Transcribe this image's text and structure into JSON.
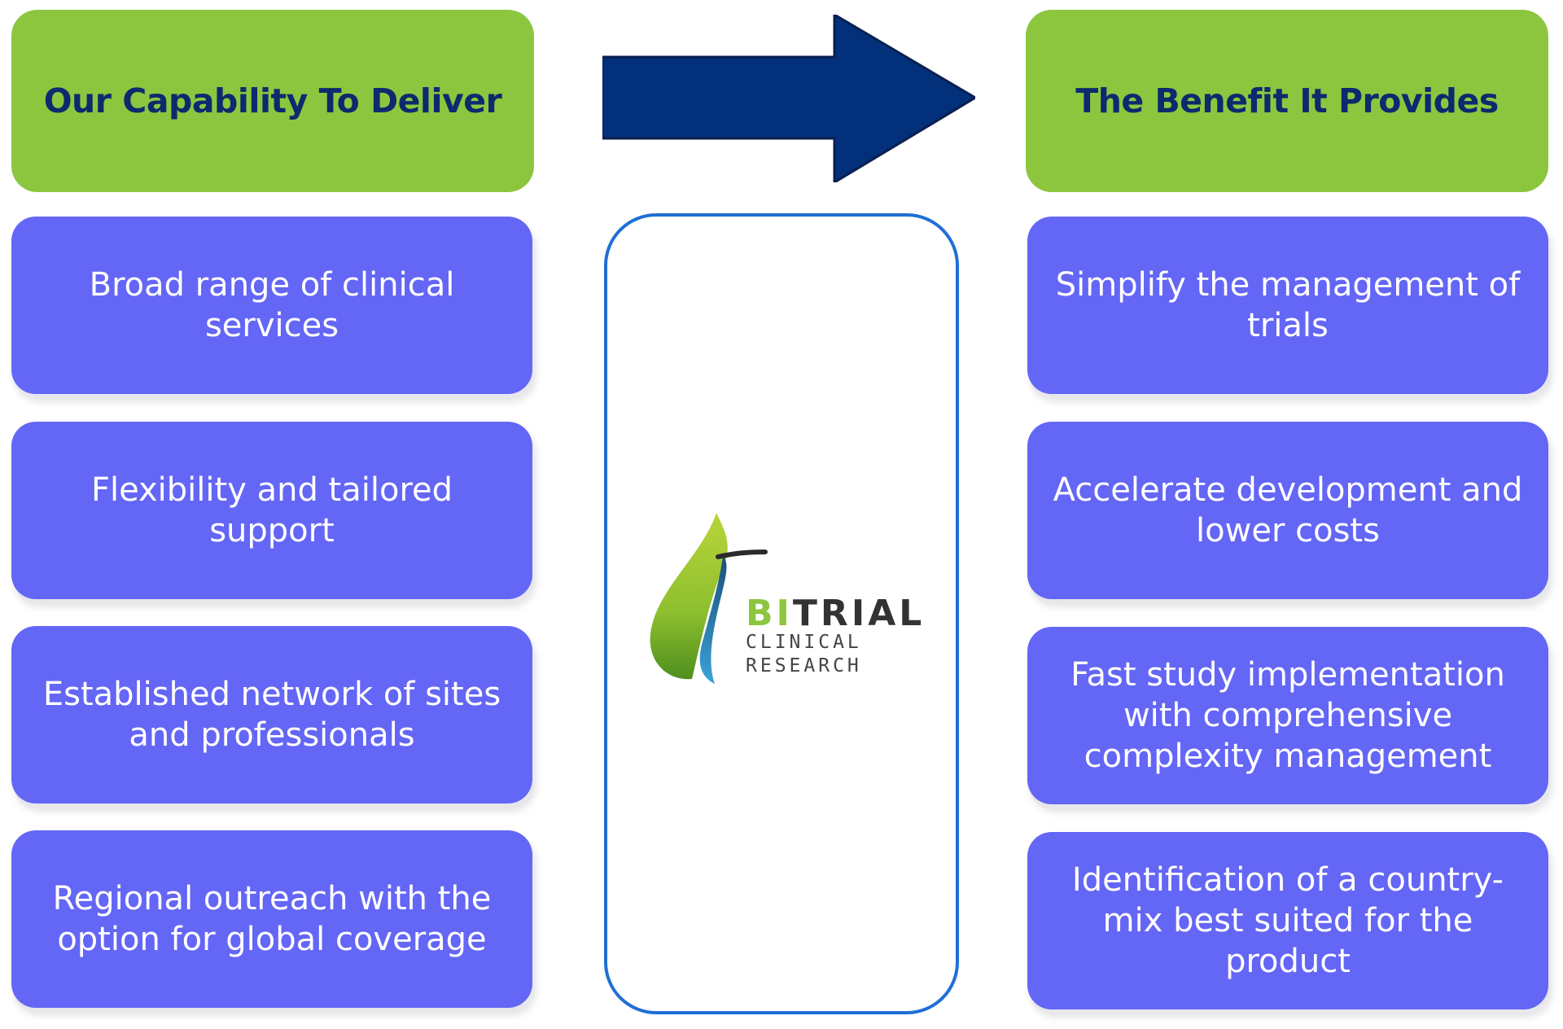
{
  "headers": {
    "left": "Our Capability To Deliver",
    "right": "The Benefit It Provides"
  },
  "capabilities": [
    "Broad range of clinical services",
    "Flexibility and tailored support",
    "Established network of sites and professionals",
    "Regional outreach with the option for global coverage"
  ],
  "benefits": [
    "Simplify the management of trials",
    "Accelerate development and lower costs",
    "Fast study implementation with comprehensive complexity management",
    "Identification of a country-mix best suited for the product"
  ],
  "logo": {
    "brand_prefix": "BI",
    "brand_suffix": "TRIAL",
    "line1": "CLINICAL",
    "line2": "RESEARCH"
  },
  "colors": {
    "header_green": "#8cc63f",
    "header_text_navy": "#0d2a6e",
    "card_purple": "#6466f6",
    "arrow_navy": "#03307a",
    "frame_blue": "#1f6fd6"
  }
}
